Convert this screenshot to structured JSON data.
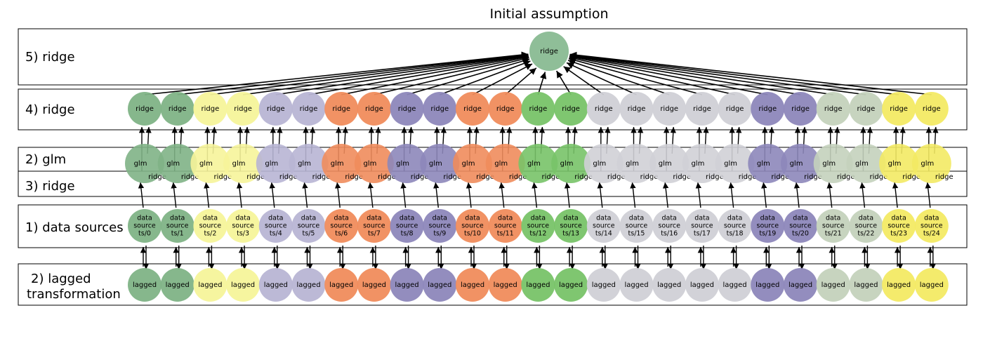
{
  "title": "Initial assumption",
  "rows": {
    "layer5": "5) ridge",
    "layer4": "4) ridge",
    "layer2_glm": "2) glm",
    "layer3": "3) ridge",
    "layer1": "1) data sources",
    "lagged_line1": "2) lagged",
    "lagged_line2": "transformation"
  },
  "top_node": {
    "label": "ridge",
    "color": "#8fbe98"
  },
  "node_labels": {
    "ridge": "ridge",
    "glm": "glm",
    "lagged": "lagged",
    "data_line1": "data",
    "data_line2": "source"
  },
  "palette": [
    "#7fb386",
    "#f6f49a",
    "#b8b5d4",
    "#f08c5c",
    "#8d87ba",
    "#78c368",
    "#d0d0d6",
    "#c4d2bc",
    "#f3ea64"
  ],
  "sources": [
    {
      "id": "ts/0",
      "group": 0
    },
    {
      "id": "ts/1",
      "group": 0
    },
    {
      "id": "ts/2",
      "group": 1
    },
    {
      "id": "ts/3",
      "group": 1
    },
    {
      "id": "ts/4",
      "group": 2
    },
    {
      "id": "ts/5",
      "group": 2
    },
    {
      "id": "ts/6",
      "group": 3
    },
    {
      "id": "ts/7",
      "group": 3
    },
    {
      "id": "ts/8",
      "group": 4
    },
    {
      "id": "ts/9",
      "group": 4
    },
    {
      "id": "ts/10",
      "group": 3
    },
    {
      "id": "ts/11",
      "group": 3
    },
    {
      "id": "ts/12",
      "group": 5
    },
    {
      "id": "ts/13",
      "group": 5
    },
    {
      "id": "ts/14",
      "group": 6
    },
    {
      "id": "ts/15",
      "group": 6
    },
    {
      "id": "ts/16",
      "group": 6
    },
    {
      "id": "ts/17",
      "group": 6
    },
    {
      "id": "ts/18",
      "group": 6
    },
    {
      "id": "ts/19",
      "group": 4
    },
    {
      "id": "ts/20",
      "group": 4
    },
    {
      "id": "ts/21",
      "group": 7
    },
    {
      "id": "ts/22",
      "group": 7
    },
    {
      "id": "ts/23",
      "group": 8
    },
    {
      "id": "ts/24",
      "group": 8
    }
  ]
}
